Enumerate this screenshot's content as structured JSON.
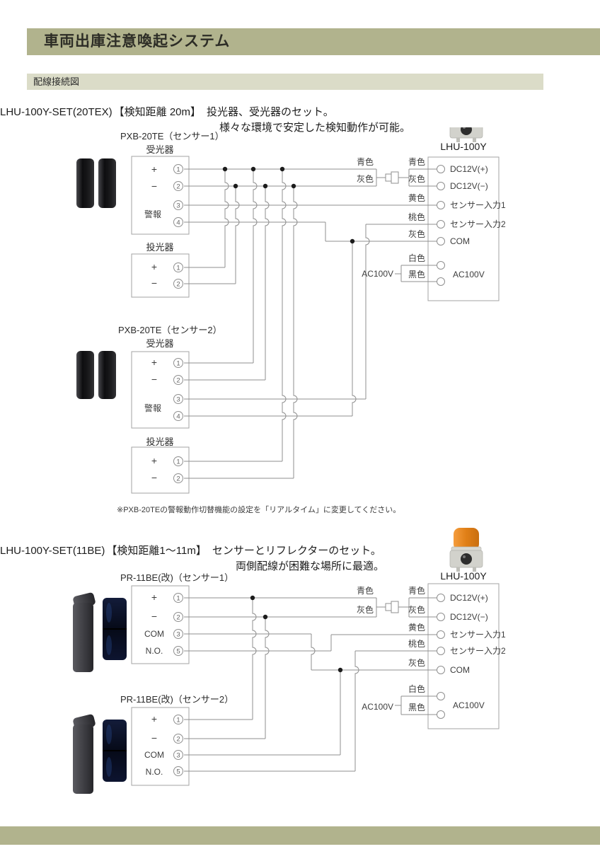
{
  "header": {
    "title": "車両出庫注意喚起システム",
    "section": "配線接続図"
  },
  "d1": {
    "model": "LHU-100Y-SET(20TEX)",
    "spec": "【検知距離 20m】",
    "desc1": "投光器、受光器のセット。",
    "desc2": "様々な環境で安定した検知動作が可能。",
    "sensor1": "PXB-20TE（センサー1）",
    "sensor2": "PXB-20TE（センサー2）",
    "note": "※PXB-20TEの警報動作切替機能の設定を「リアルタイム」に変更してください。"
  },
  "d2": {
    "model": "LHU-100Y-SET(11BE)",
    "spec": "【検知距離1～11m】",
    "desc1": "センサーとリフレクターのセット。",
    "desc2": "両側配線が困難な場所に最適。",
    "sensor1": "PR-11BE(改)（センサー1）",
    "sensor2": "PR-11BE(改)（センサー2）"
  },
  "c": {
    "receiver": "受光器",
    "transmitter": "投光器",
    "alarm": "警報",
    "plus": "+",
    "minus": "−",
    "n1": "1",
    "n2": "2",
    "n3": "3",
    "n4": "4",
    "n5": "5",
    "com": "COM",
    "no": "N.O.",
    "blue": "青色",
    "gray": "灰色",
    "yellow": "黄色",
    "pink": "桃色",
    "white": "白色",
    "black": "黒色",
    "ac": "AC100V",
    "device": "LHU-100Y",
    "t_dcp": "DC12V(+)",
    "t_dcm": "DC12V(−)",
    "t_in1": "センサー入力1",
    "t_in2": "センサー入力2",
    "t_com": "COM",
    "t_ac": "AC100V"
  }
}
